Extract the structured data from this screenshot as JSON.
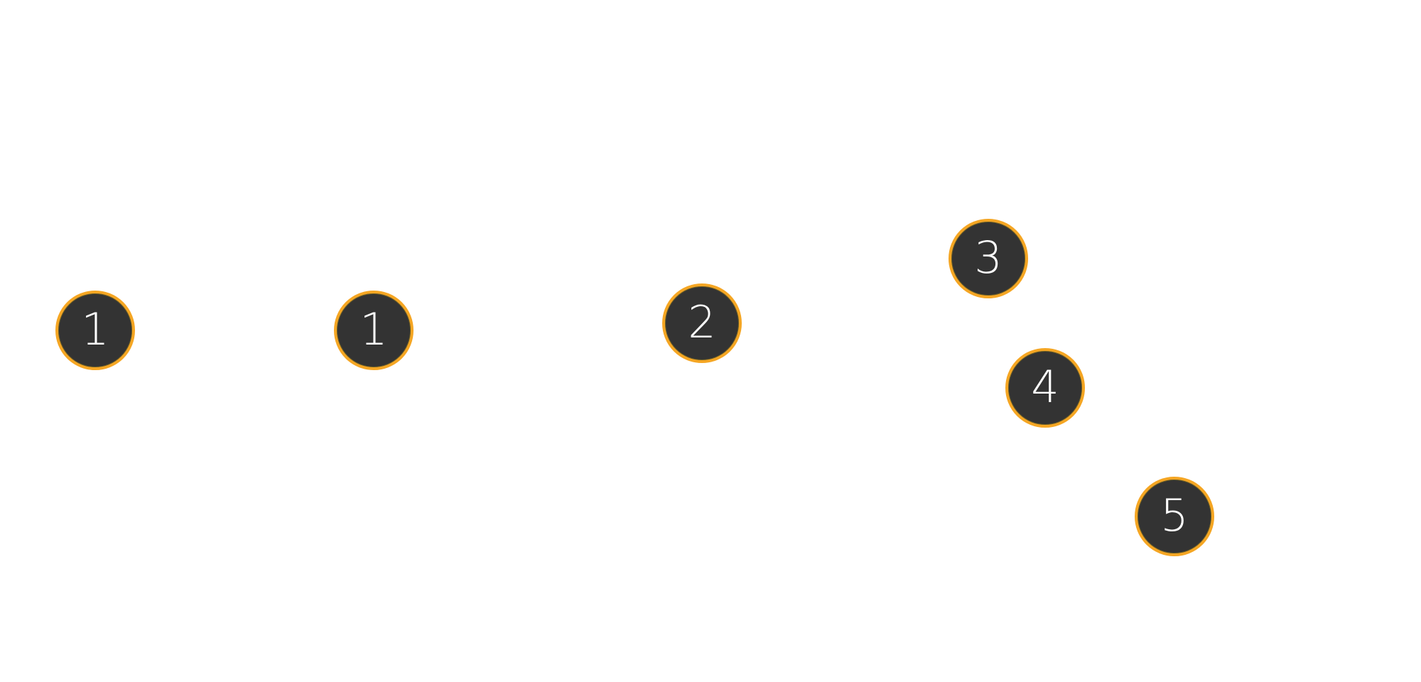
{
  "markers": [
    {
      "label": "1"
    },
    {
      "label": "1"
    },
    {
      "label": "2"
    },
    {
      "label": "3"
    },
    {
      "label": "4"
    },
    {
      "label": "5"
    }
  ],
  "colors": {
    "marker_fill": "#333333",
    "marker_border": "#f5a623",
    "marker_text": "#ffffff",
    "background": "#ffffff"
  }
}
